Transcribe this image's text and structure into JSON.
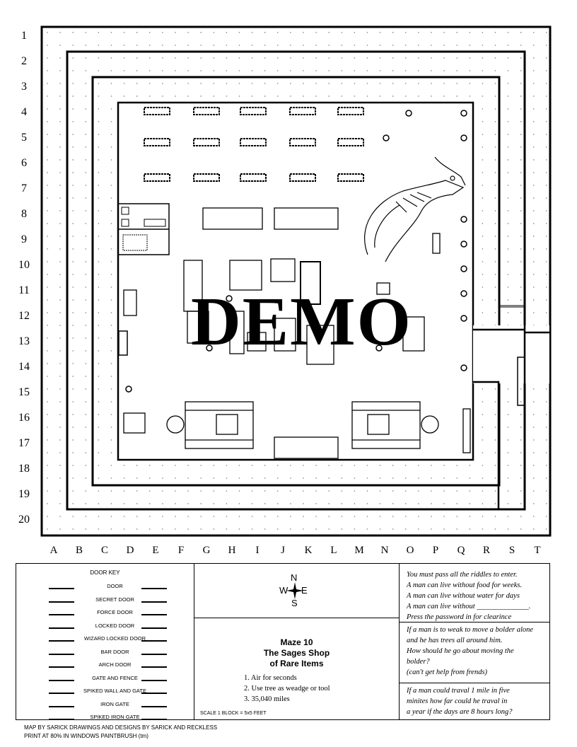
{
  "rows": [
    "1",
    "2",
    "3",
    "4",
    "5",
    "6",
    "7",
    "8",
    "9",
    "10",
    "11",
    "12",
    "13",
    "14",
    "15",
    "16",
    "17",
    "18",
    "19",
    "20"
  ],
  "columns": [
    "A",
    "B",
    "C",
    "D",
    "E",
    "F",
    "G",
    "H",
    "I",
    "J",
    "K",
    "L",
    "M",
    "N",
    "O",
    "P",
    "Q",
    "R",
    "S",
    "T"
  ],
  "watermark": "DEMO",
  "door_key": {
    "title": "DOOR KEY",
    "items": [
      "DOOR",
      "SECRET DOOR",
      "FORCE DOOR",
      "LOCKED DOOR",
      "WIZARD LOCKED DOOR",
      "BAR DOOR",
      "ARCH DOOR",
      "GATE AND FENCE",
      "SPIKED WALL AND GATE",
      "IRON GATE",
      "SPIKED IRON GATE"
    ]
  },
  "compass": {
    "n": "N",
    "s": "S",
    "e": "E",
    "w": "W"
  },
  "title": {
    "line1": "Maze 10",
    "line2": "The Sages Shop",
    "line3": "of Rare Items"
  },
  "answers": [
    "1.  Air for seconds",
    "2.  Use tree as weadge or tool",
    "3.  35,040 miles"
  ],
  "scale": "SCALE 1 BLOCK = 5x5 FEET",
  "riddles": {
    "r1": [
      "You must pass all the riddles to enter.",
      "A man can live without food for weeks.",
      "A man can live without water for days",
      "A man can live without ______________.",
      "Press the password in for clearince"
    ],
    "r2": [
      "If a man is to weak to move a bolder alone",
      "and he has trees all around him.",
      "How should he go about moving the",
      "bolder?",
      "(can't get help from frends)"
    ],
    "r3": [
      "If a man could traval 1 mile in five",
      "minites how far could he traval in",
      "a year if the days are 8 hours long?"
    ]
  },
  "footer": {
    "line1": "MAP BY SARICK  DRAWINGS AND DESIGNS BY SARICK AND RECKLESS",
    "line2": "PRINT AT 80% IN WINDOWS PAINTBRUSH (tm)"
  }
}
